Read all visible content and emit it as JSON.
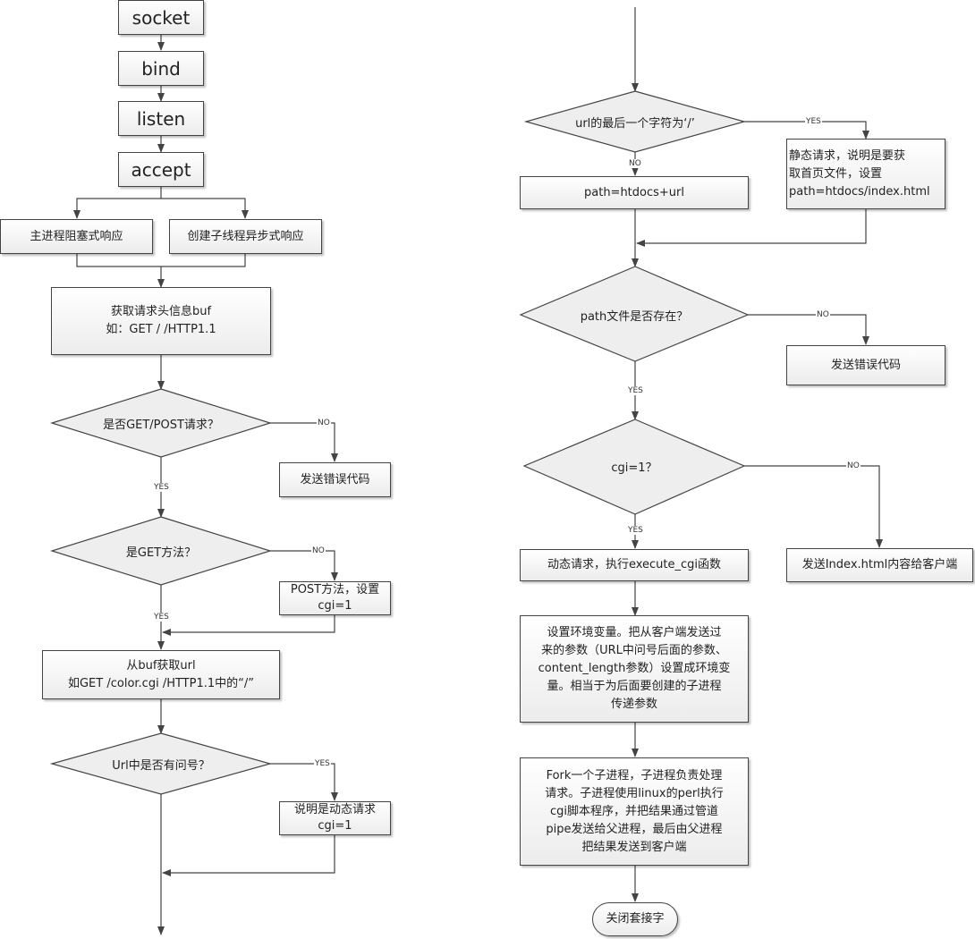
{
  "nodes": {
    "socket": "socket",
    "bind": "bind",
    "listen": "listen",
    "accept": "accept",
    "main_blocking": "主进程阻塞式响应",
    "child_async": "创建子线程异步式响应",
    "get_header": "获取请求头信息buf\n如：GET / /HTTP1.1",
    "is_get_post": "是否GET/POST请求？",
    "send_error_1": "发送错误代码",
    "is_get": "是GET方法？",
    "post_set_cgi": "POST方法，设置\ncgi=1",
    "get_url": "从buf获取url\n如GET /color.cgi /HTTP1.1中的“/”",
    "has_question": "Url中是否有问号？",
    "dynamic_cgi": "说明是动态请求\ncgi=1",
    "url_last_slash": "url的最后一个字符为‘/’",
    "path_htdocs_url": "path=htdocs+url",
    "static_request": "静态请求，说明是要获\n取首页文件，设置\npath=htdocs/index.html",
    "path_exists": "path文件是否存在？",
    "send_error_2": "发送错误代码",
    "cgi_eq_1": "cgi=1？",
    "exec_cgi": "动态请求，执行execute_cgi函数",
    "send_index": "发送Index.html内容给客户端",
    "set_env": "设置环境变量。把从客户端发送过\n来的参数（URL中问号后面的参数、\ncontent_length参数）设置成环境变\n量。相当于为后面要创建的子进程\n传递参数",
    "fork_child": "Fork一个子进程，子进程负责处理\n请求。子进程使用linux的perl执行\ncgi脚本程序，并把结果通过管道\npipe发送给父进程，最后由父进程\n把结果发送到客户端",
    "close_socket": "关闭套接字"
  },
  "labels": {
    "yes": "YES",
    "no": "NO"
  },
  "colors": {
    "line": "#444444",
    "fill_top": "#ffffff",
    "fill_bottom": "#ececec"
  }
}
